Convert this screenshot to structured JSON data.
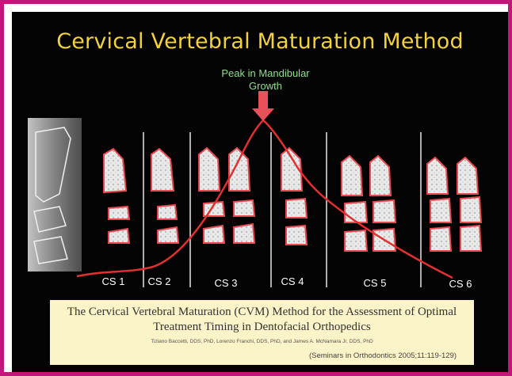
{
  "slide": {
    "title": "Cervical Vertebral Maturation Method",
    "peak_annotation": {
      "line1": "Peak in Mandibular",
      "line2": "Growth"
    }
  },
  "stages": [
    {
      "label": "CS 1"
    },
    {
      "label": "CS 2"
    },
    {
      "label": "CS 3"
    },
    {
      "label": "CS 4"
    },
    {
      "label": "CS 5"
    },
    {
      "label": "CS 6"
    }
  ],
  "reference": {
    "title": "The Cervical Vertebral Maturation (CVM) Method for the Assessment of Optimal Treatment Timing in Dentofacial Orthopedics",
    "authors": "Tiziano Baccetti, DDS, PhD, Lorenzo Franchi, DDS, PhD, and James A. McNamara Jr, DDS, PhD",
    "citation": "(Seminars in Orthodontics 2005;11:119-129)"
  },
  "colors": {
    "frame": "#c0187a",
    "title": "#f2d23c",
    "annotation": "#8fe08f",
    "arrow": "#e8505a",
    "curve": "#e03030",
    "vertebra_outline": "#e8484e",
    "reference_bg": "#fbf4c8"
  }
}
